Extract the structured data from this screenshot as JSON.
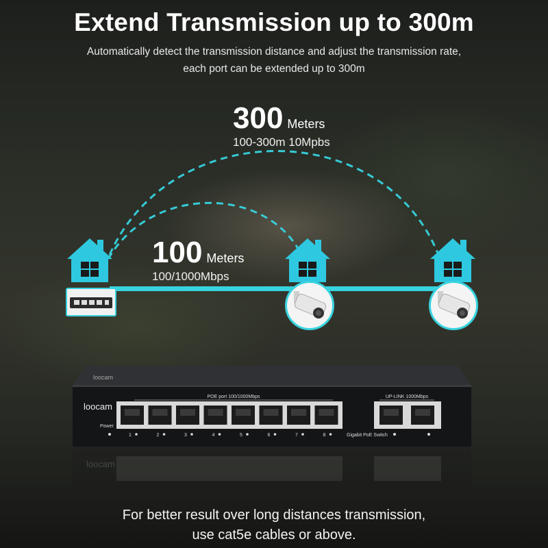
{
  "title": "Extend Transmission up to 300m",
  "subtitle_line1": "Automatically detect the transmission distance and adjust the transmission rate,",
  "subtitle_line2": "each port can be extended up to 300m",
  "far_range": {
    "value": "300",
    "unit": "Meters",
    "rate": "100-300m 10Mpbs"
  },
  "near_range": {
    "value": "100",
    "unit": "Meters",
    "rate": "100/1000Mbps"
  },
  "switch": {
    "brand_top": "loocam",
    "brand_front": "loocam",
    "poe_label": "POE port 100/1000Mbps",
    "uplink_label": "UP-LINK 1000Mbps",
    "power_label": "Power",
    "port_numbers": [
      "1",
      "2",
      "3",
      "4",
      "5",
      "6",
      "7",
      "8"
    ],
    "model_label": "Gigabit PoE Switch",
    "reflection_brand": "loocam"
  },
  "footer_line1": "For better result over long distances transmission,",
  "footer_line2": "use cat5e cables or above.",
  "colors": {
    "accent": "#37d3df",
    "house": "#2ec9e0"
  },
  "icons": [
    "house-icon",
    "camera-icon",
    "switch-icon"
  ]
}
